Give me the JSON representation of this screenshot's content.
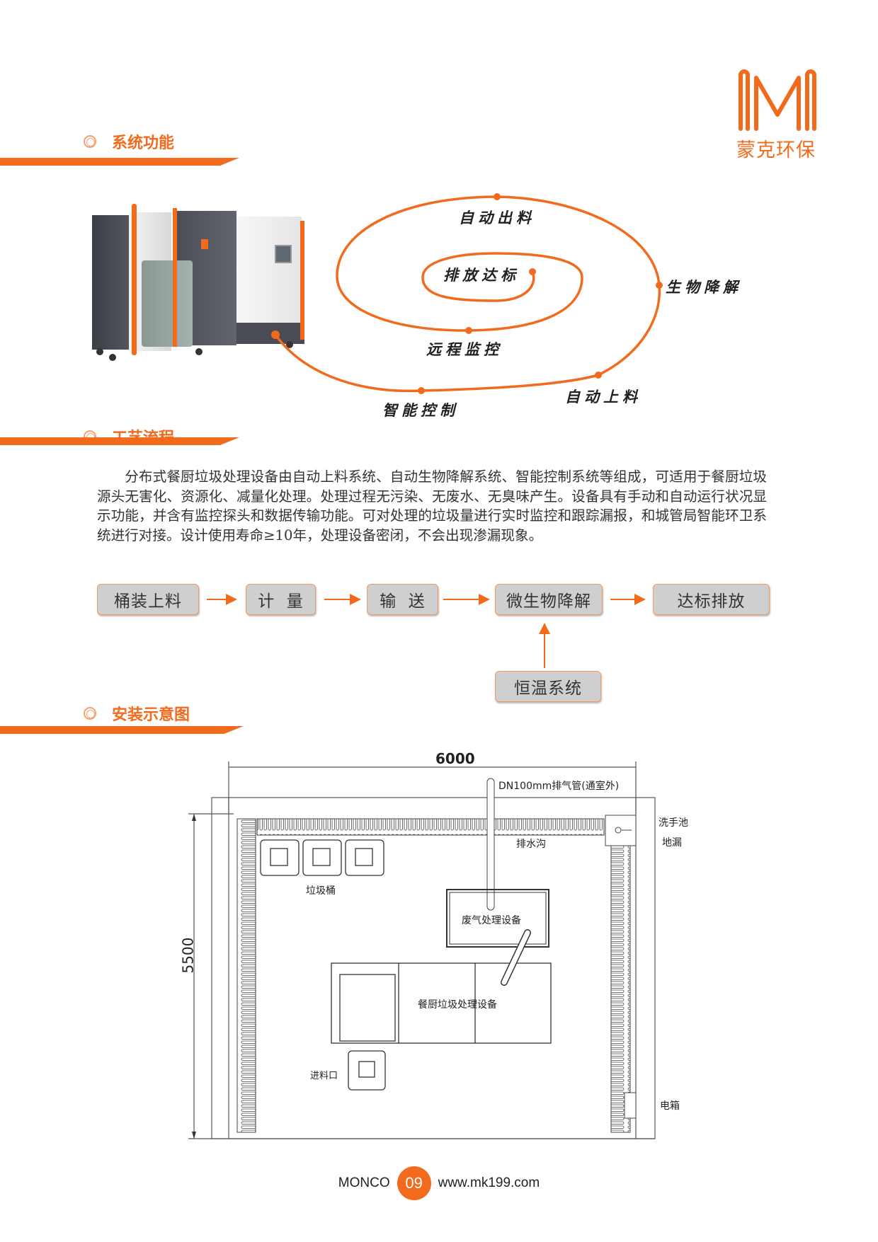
{
  "brand": {
    "logo_letter": "M",
    "logo_text": "蒙克环保",
    "accent_color": "#f26b1d"
  },
  "sections": {
    "system_functions": "系统功能",
    "process_flow": "工艺流程",
    "installation": "安装示意图"
  },
  "spiral_labels": [
    "自动出料",
    "排放达标",
    "生物降解",
    "远程监控",
    "自动上料",
    "智能控制"
  ],
  "description": "分布式餐厨垃圾处理设备由自动上料系统、自动生物降解系统、智能控制系统等组成，可适用于餐厨垃圾源头无害化、资源化、减量化处理。处理过程无污染、无废水、无臭味产生。设备具有手动和自动运行状况显示功能，并含有监控探头和数据传输功能。可对处理的垃圾量进行实时监控和跟踪漏报，和城管局智能环卫系统进行对接。设计使用寿命≥10年，处理设备密闭，不会出现渗漏现象。",
  "flow": {
    "steps": [
      "桶装上料",
      "计  量",
      "输  送",
      "微生物降解",
      "达标排放"
    ],
    "side_input": "恒温系统"
  },
  "plan": {
    "width_dim": "6000",
    "height_dim": "5500",
    "labels": {
      "exhaust_pipe": "DN100mm排气管(通室外)",
      "drain_channel": "排水沟",
      "sink": "洗手池",
      "floor_drain": "地漏",
      "bins": "垃圾桶",
      "exhaust_equipment": "废气处理设备",
      "kitchen_equipment": "餐厨垃圾处理设备",
      "feed_inlet": "进料口",
      "electric_box": "电箱"
    }
  },
  "footer": {
    "brand": "MONCO",
    "page": "09",
    "url": "www.mk199.com"
  }
}
